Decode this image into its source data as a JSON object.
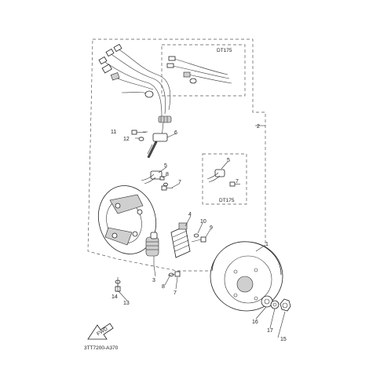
{
  "diagram": {
    "part_code": "3TT7200-A370",
    "fwd_label": "FWD",
    "inset_label_top": "DT175",
    "inset_label_mid": "DT175",
    "callouts": {
      "c1": "1",
      "c2": "2",
      "c3": "3",
      "c4": "4",
      "c5a": "5",
      "c5b": "5",
      "c6": "6",
      "c7a": "7",
      "c7b": "7",
      "c7c": "7",
      "c8a": "8",
      "c8b": "8",
      "c9": "9",
      "c10": "10",
      "c11": "11",
      "c12": "12",
      "c13": "13",
      "c14": "14",
      "c15": "15",
      "c16": "16",
      "c17": "17"
    }
  }
}
